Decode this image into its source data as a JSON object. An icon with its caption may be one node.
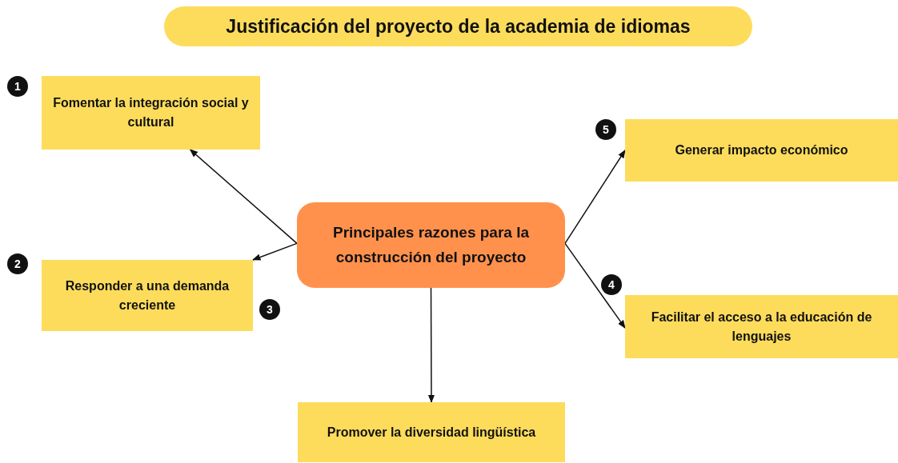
{
  "diagram": {
    "title": "Justificación del proyecto de la academia de idiomas",
    "nodes": [
      {
        "text": [
          "Fomentar la integración social y cultural"
        ]
      },
      {
        "text": [
          "Generar impacto económico"
        ]
      },
      {
        "text": [
          "Principales razones para la construcción del proyecto"
        ]
      },
      {
        "text": [
          "Responder a una demanda creciente"
        ]
      },
      {
        "text": [
          "Facilitar el acceso a la educación de lenguajes"
        ]
      },
      {
        "text": [
          "Promover la diversidad lingüística"
        ]
      }
    ],
    "edges": [
      {
        "from": 2,
        "to": 0,
        "arrow": "to"
      },
      {
        "from": 2,
        "to": 1,
        "arrow": "to"
      },
      {
        "from": 2,
        "to": 3,
        "arrow": "to"
      },
      {
        "from": 2,
        "to": 4,
        "arrow": "to"
      },
      {
        "from": 2,
        "to": 5,
        "arrow": "to"
      }
    ],
    "labels": [
      "1",
      "5",
      "2",
      "4",
      "3"
    ]
  }
}
